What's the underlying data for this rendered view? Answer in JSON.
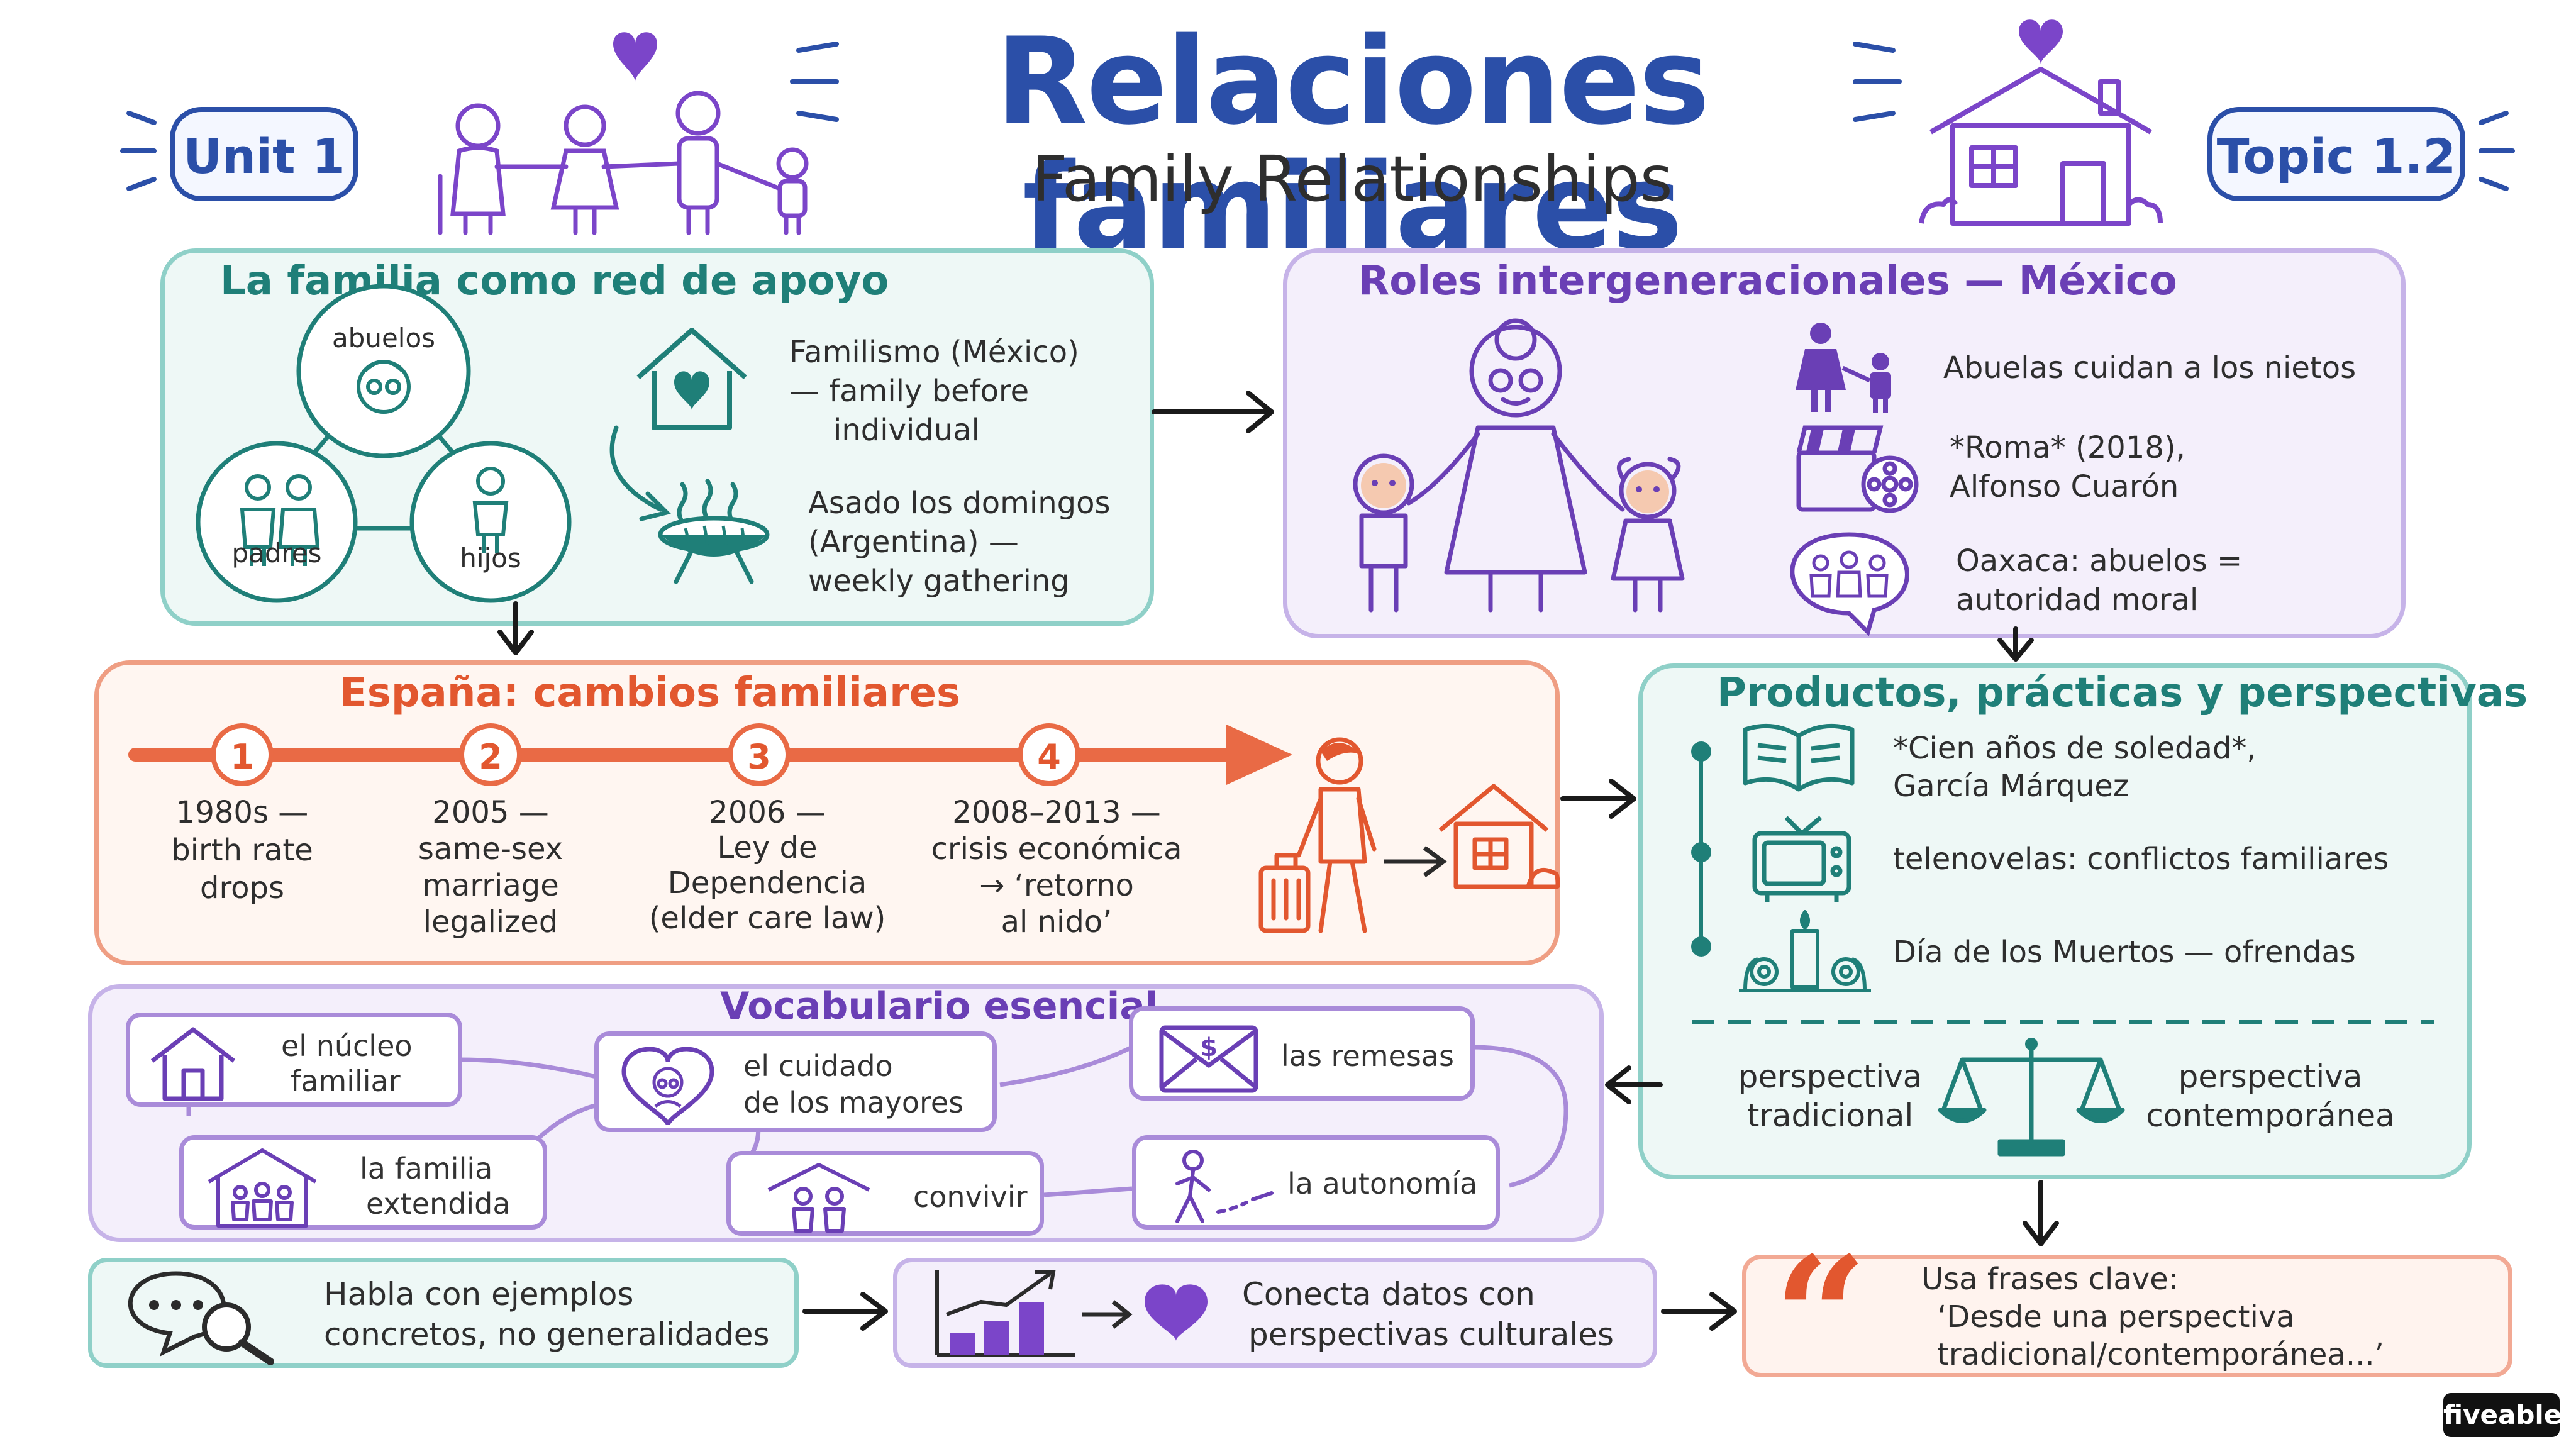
{
  "header": {
    "title": "Relaciones familiares",
    "subtitle": "Family Relationships",
    "unit_badge": "Unit 1",
    "topic_badge": "Topic 1.2"
  },
  "familia": {
    "title": "La familia como red de apoyo",
    "node_abuelos": "abuelos",
    "node_padres": "padres",
    "node_hijos": "hijos",
    "familismo": [
      "Familismo (México)",
      "— family before",
      "individual"
    ],
    "asado": [
      "Asado los domingos",
      "(Argentina) —",
      "weekly gathering"
    ]
  },
  "roles": {
    "title": "Roles intergeneracionales — México",
    "item1": [
      "Abuelas cuidan a los nietos"
    ],
    "item2": [
      "*Roma* (2018),",
      "Alfonso Cuarón"
    ],
    "item3": [
      "Oaxaca: abuelos =",
      "autoridad moral"
    ]
  },
  "espana": {
    "title": "España: cambios familiares",
    "events": [
      {
        "num": "1",
        "lines": [
          "1980s —",
          "birth rate",
          "drops"
        ]
      },
      {
        "num": "2",
        "lines": [
          "2005 —",
          "same-sex",
          "marriage",
          "legalized"
        ]
      },
      {
        "num": "3",
        "lines": [
          "2006 —",
          "Ley de",
          "Dependencia",
          "(elder care law)"
        ]
      },
      {
        "num": "4",
        "lines": [
          "2008–2013 —",
          "crisis económica",
          "→ ‘retorno",
          "al nido’"
        ]
      }
    ]
  },
  "productos": {
    "title": "Productos, prácticas y perspectivas",
    "item1": [
      "*Cien años de soledad*,",
      "García Márquez"
    ],
    "item2": [
      "telenovelas: conflictos familiares"
    ],
    "item3": [
      "Día de los Muertos — ofrendas"
    ],
    "left_persp": [
      "perspectiva",
      "tradicional"
    ],
    "right_persp": [
      "perspectiva",
      "contemporánea"
    ]
  },
  "vocab": {
    "title": "Vocabulario esencial",
    "nucleo": [
      "el núcleo",
      "familiar"
    ],
    "cuidado": [
      "el cuidado",
      "de los mayores"
    ],
    "remesas": [
      "las remesas"
    ],
    "extendida": [
      "la familia",
      "extendida"
    ],
    "convivir": [
      "convivir"
    ],
    "autonomia": [
      "la autonomía"
    ]
  },
  "tips": {
    "tip1": [
      "Habla con ejemplos",
      "concretos, no generalidades"
    ],
    "tip2": [
      "Conecta datos con",
      "perspectivas culturales"
    ],
    "tip3": [
      "Usa frases clave:",
      "‘Desde una perspectiva",
      "tradicional/contemporánea...’"
    ]
  },
  "brand": "fiveable",
  "colors": {
    "title_blue": "#2b4fa8",
    "teal": "#1f7f78",
    "purple": "#6a3fb5",
    "orange": "#e2572f",
    "heart": "#7b45c9"
  }
}
